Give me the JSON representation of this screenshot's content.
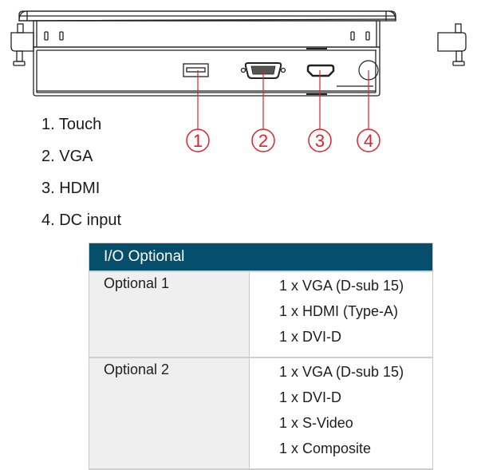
{
  "diagram": {
    "title": "Rear I/O panel",
    "callout_color": "#e0202a",
    "callouts": [
      {
        "number": "1",
        "port": "touch-usb-port"
      },
      {
        "number": "2",
        "port": "vga-port"
      },
      {
        "number": "3",
        "port": "hdmi-port"
      },
      {
        "number": "4",
        "port": "dc-input-port"
      }
    ]
  },
  "legend": {
    "items": [
      {
        "label": "1. Touch"
      },
      {
        "label": "2. VGA"
      },
      {
        "label": "3. HDMI"
      },
      {
        "label": "4. DC input"
      }
    ]
  },
  "io_table": {
    "header": "I/O Optional",
    "header_color": "#054f6c",
    "groups": [
      {
        "name": "Optional 1",
        "items": [
          "1 x VGA (D-sub 15)",
          "1 x HDMI (Type-A)",
          "1 x DVI-D"
        ]
      },
      {
        "name": "Optional 2",
        "items": [
          "1 x VGA (D-sub 15)",
          "1 x DVI-D",
          "1 x S-Video",
          "1 x Composite"
        ]
      }
    ]
  }
}
